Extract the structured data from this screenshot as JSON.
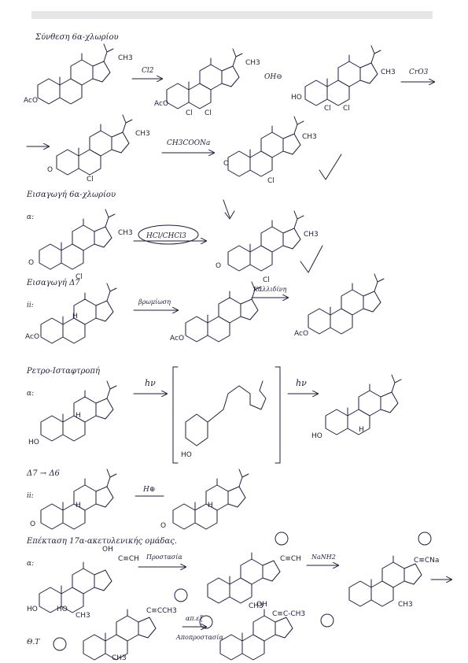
{
  "headings": {
    "h1": "Σύνθεση 6α-χλωρίου",
    "h2": "Εισαγωγή 6α-χλωρίου",
    "h3": "Εισαγωγή Δ7",
    "h4": "Ρετρο-Ισταφτροπή",
    "h5": "Δ7 → Δ6",
    "h6": "Επέκταση 17α-ακετυλενικής ομάδας."
  },
  "reagents": {
    "r1": "Cl2",
    "r2": "OH⊖",
    "r3": "CrO3",
    "r4": "CH3COONa",
    "r5": "HCl/CHCl3",
    "r6": "βρωμίωση",
    "r7": "Καλλιδίνη",
    "r8": "hν",
    "r9": "hν",
    "r10": "H⊕",
    "r11": "Προστασία",
    "r12": "NaNH2",
    "r13": "απ.εξ",
    "r14": "Αποπροστασία"
  },
  "groups": {
    "ch3": "CH3",
    "aco": "AcO",
    "ho": "HO",
    "cl": "Cl",
    "o": "O",
    "ethynyl": "C≡CH",
    "ethynyl_na": "C≡CNa",
    "propynyl": "C≡CCH3",
    "propynyl_b": "C≡C-CH3",
    "oh": "OH",
    "h": "H",
    "ohc": "OH"
  },
  "numbering": {
    "n1": "α:",
    "n2": "ii:",
    "n3": "α:",
    "n4": "ii:",
    "n5": "α:",
    "n6": "Θ.Τ"
  },
  "ink_color": "#1e1e3c"
}
